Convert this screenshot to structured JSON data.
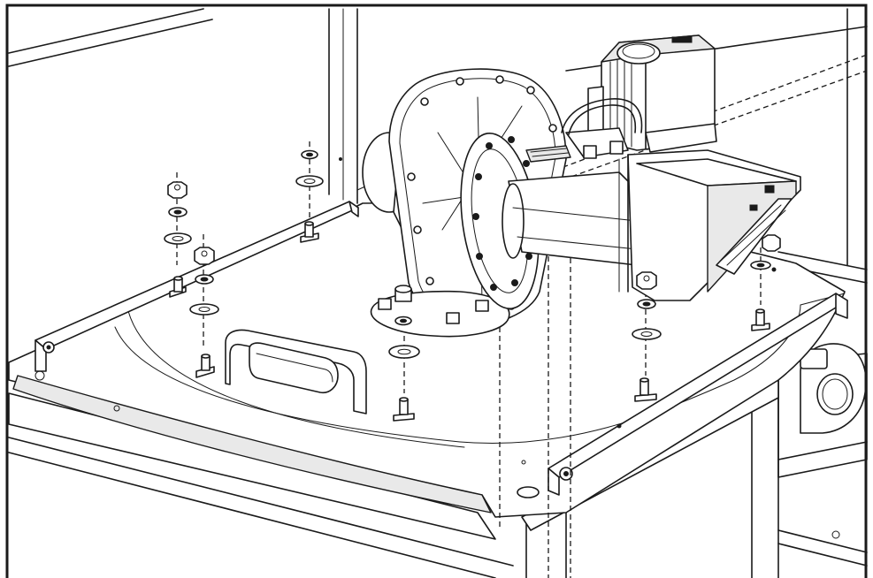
{
  "figure": {
    "kind": "technical assembly line drawing",
    "colors": {
      "line": "#1a1a1a",
      "background": "#ffffff",
      "shade": "#e9e9e9"
    },
    "components": [
      "outer-frame",
      "cabinet-top-plate",
      "mounting-rails",
      "burner-fan-housing",
      "mounting-flange",
      "combustion-tube",
      "gas-valve-control-box",
      "burner-hood",
      "mounting-studs",
      "nuts-and-washers",
      "lifting-handle-slot",
      "lifting-lug"
    ]
  }
}
